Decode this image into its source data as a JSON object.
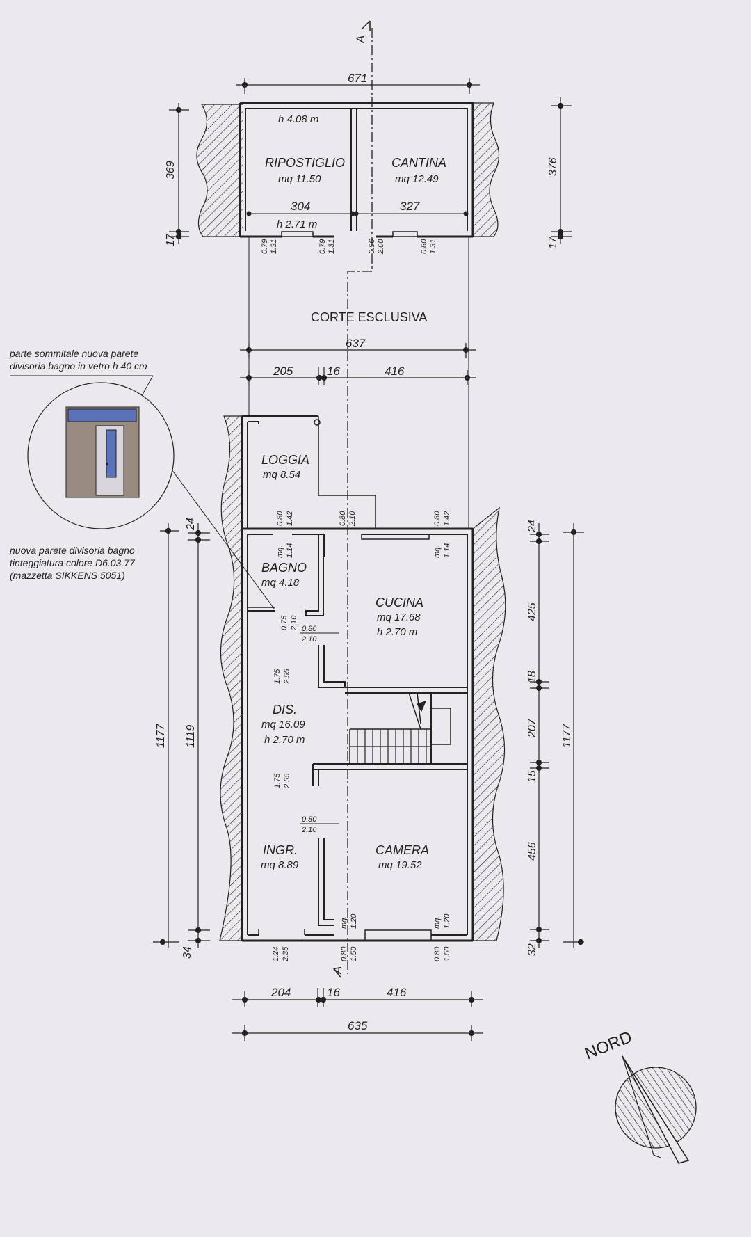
{
  "colors": {
    "paper": "#ebe9ee",
    "ink": "#222222",
    "glass": "#5c72b8",
    "panel": "#9a8b80"
  },
  "section_marks": {
    "top": "A",
    "bottom": "A"
  },
  "rooms": {
    "ripostiglio": {
      "name": "RIPOSTIGLIO",
      "area": "mq  11.50",
      "height": "h 4.08 m"
    },
    "cantina": {
      "name": "CANTINA",
      "area": "mq  12.49"
    },
    "loggia": {
      "name": "LOGGIA",
      "area": "mq  8.54"
    },
    "bagno": {
      "name": "BAGNO",
      "area": "mq  4.18"
    },
    "cucina": {
      "name": "CUCINA",
      "area": "mq 17.68",
      "height": "h 2.70 m"
    },
    "dis": {
      "name": "DIS.",
      "area": "mq  16.09",
      "height": "h 2.70 m"
    },
    "ingr": {
      "name": "INGR.",
      "area": "mq  8.89"
    },
    "camera": {
      "name": "CAMERA",
      "area": "mq 19.52"
    }
  },
  "corte": "CORTE ESCLUSIVA",
  "upper_h2": "h 2.71 m",
  "dims": {
    "top_total": "671",
    "top_rip": "304",
    "top_cant": "327",
    "corte_total": "637",
    "mid_left": "205",
    "mid_wall": "16",
    "mid_right": "416",
    "bottom_left": "204",
    "bottom_wall": "16",
    "bottom_right": "416",
    "bottom_total": "635",
    "left_upper_369": "369",
    "left_upper_17": "17",
    "right_upper_376": "376",
    "right_upper_17": "17",
    "left_1177": "1177",
    "left_1119": "1119",
    "left_24": "24",
    "left_34": "34",
    "right_24": "24",
    "right_425": "425",
    "right_18": "18",
    "right_207": "207",
    "right_15": "15",
    "right_456": "456",
    "right_32": "32",
    "right_1177": "1177"
  },
  "doors": {
    "up1_a": "0.79",
    "up1_b": "1.31",
    "up2_a": "0.79",
    "up2_b": "1.31",
    "up3_a": "0.96",
    "up3_b": "2.00",
    "up4_a": "0.80",
    "up4_b": "1.31",
    "lg1_a": "0.80",
    "lg1_b": "1.42",
    "lg2_a": "0.80",
    "lg2_b": "2.10",
    "lg3_a": "0.80",
    "lg3_b": "1.42",
    "bagno_w_a": "mq.",
    "bagno_w_b": "1.14",
    "cucina_w_a": "mq.",
    "cucina_w_b": "1.14",
    "bagno_d_a": "0.75",
    "bagno_d_b": "2.10",
    "cuc_d_a": "0.80",
    "cuc_d_b": "2.10",
    "dis1_a": "1.75",
    "dis1_b": "2.55",
    "dis2_a": "1.75",
    "dis2_b": "2.55",
    "cam_d_a": "0.80",
    "cam_d_b": "2.10",
    "ingr_w_a": "mq.",
    "ingr_w_b": "1.20",
    "cam_w_a": "mq.",
    "cam_w_b": "1.20",
    "b1_a": "1.24",
    "b1_b": "2.35",
    "b2_a": "0.80",
    "b2_b": "1.50",
    "b3_a": "0.80",
    "b3_b": "1.50"
  },
  "notes": {
    "top_line1": "parte sommitale nuova parete",
    "top_line2": "divisoria bagno in vetro h 40 cm",
    "mid_line1": "nuova parete divisoria bagno",
    "mid_line2": "tinteggiatura colore D6.03.77",
    "mid_line3": "(mazzetta SIKKENS 5051)"
  },
  "north": "NORD"
}
